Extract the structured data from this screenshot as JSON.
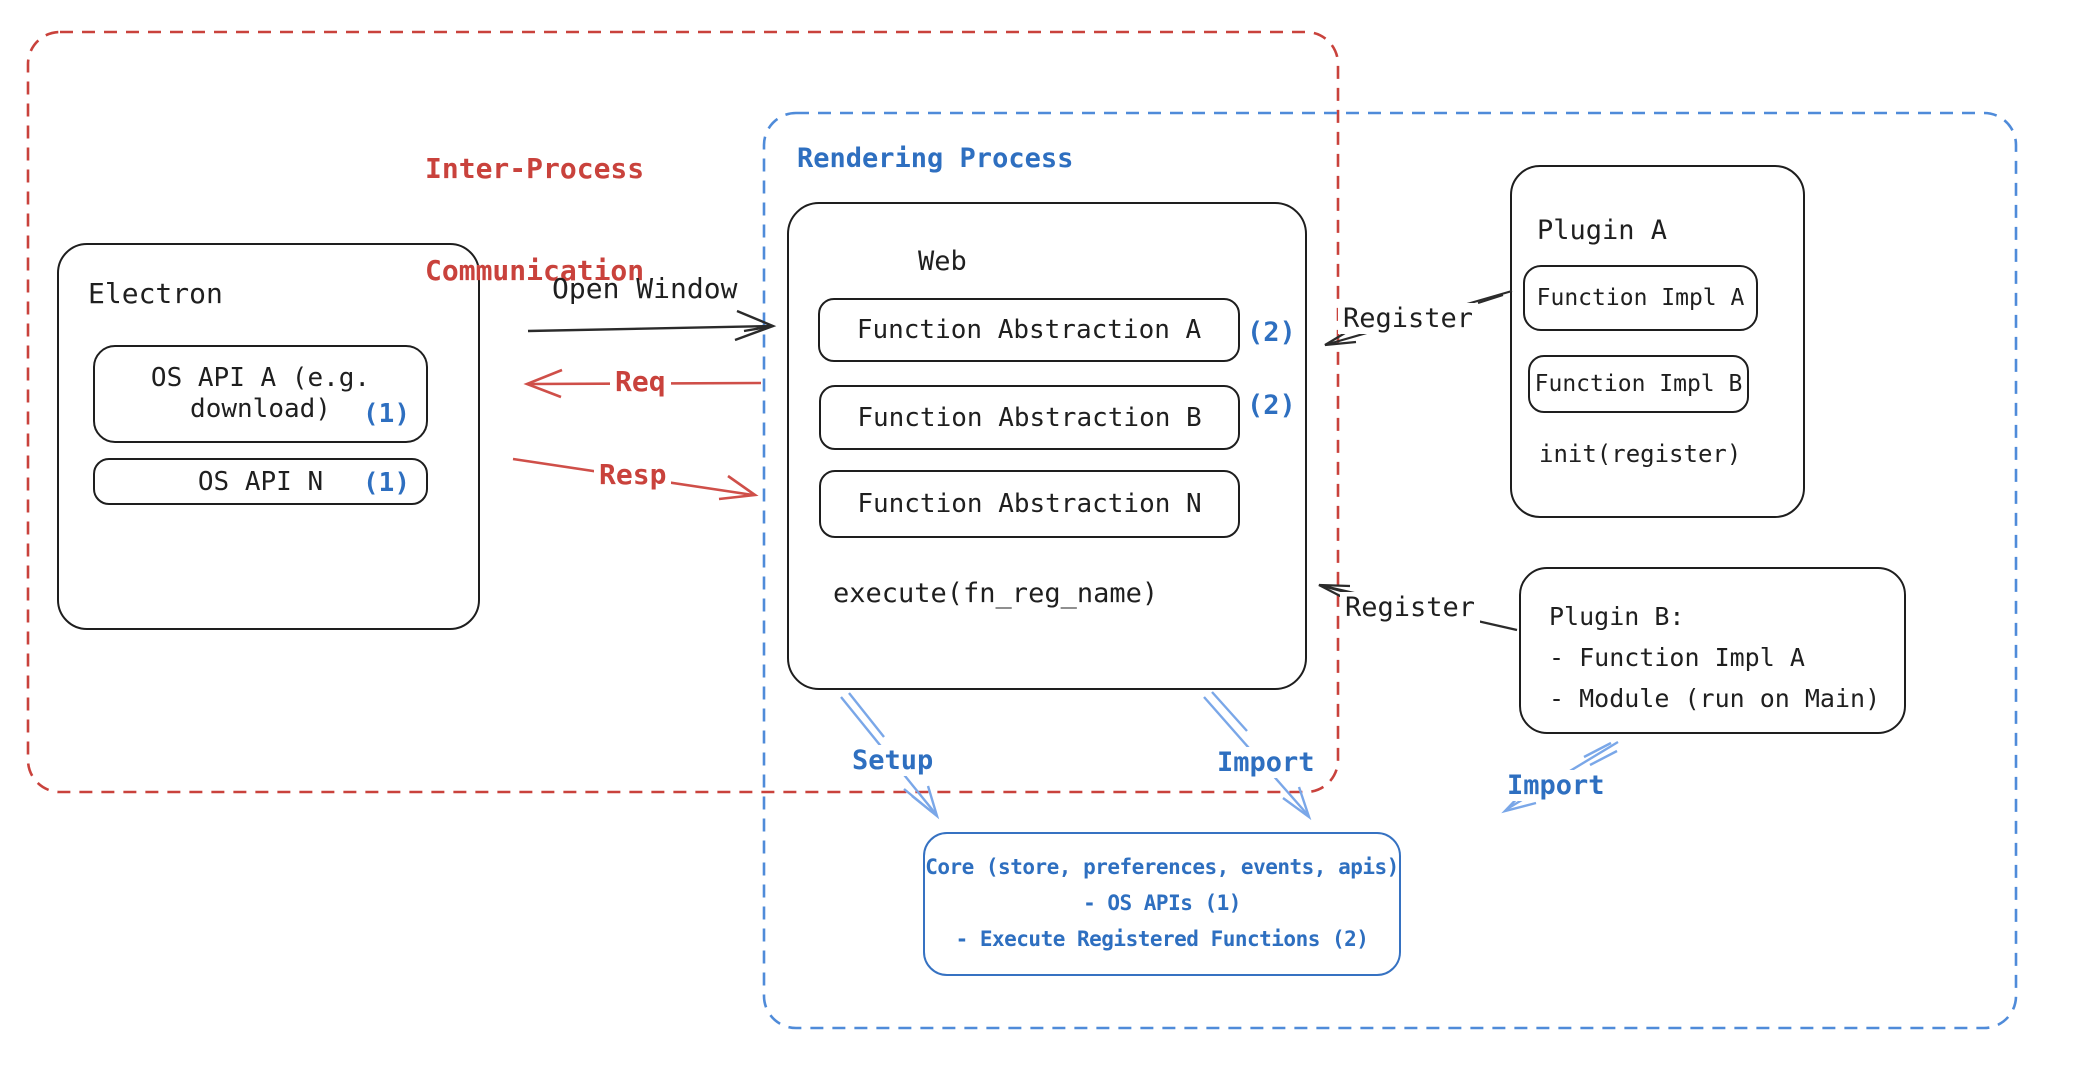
{
  "colors": {
    "ink": "#1f1f1f",
    "red": "#c9423c",
    "red_arrow": "#cf4f49",
    "blue_text": "#2e6fc0",
    "blue_dash_border": "#4f8bd9",
    "blue_arrow": "#7aa7e8",
    "background": "#ffffff"
  },
  "ipc_group": {
    "label_line1": "Inter-Process",
    "label_line2": "Communication"
  },
  "rendering_group": {
    "label": "Rendering Process"
  },
  "electron": {
    "title": "Electron",
    "api_a_line1": "OS API A (e.g.",
    "api_a_line2": "download)",
    "api_a_badge": "(1)",
    "api_n_label": "OS API N",
    "api_n_badge": "(1)"
  },
  "web": {
    "title": "Web",
    "fa_a_label": "Function Abstraction A",
    "fa_a_badge": "(2)",
    "fa_b_label": "Function Abstraction B",
    "fa_b_badge": "(2)",
    "fa_n_label": "Function Abstraction N",
    "execute_label": "execute(fn_reg_name)"
  },
  "plugin_a": {
    "title": "Plugin A",
    "impl_a_label": "Function Impl A",
    "impl_b_label": "Function Impl B",
    "init_label": "init(register)"
  },
  "plugin_b": {
    "line1": "Plugin B:",
    "line2": "- Function Impl A",
    "line3": "- Module (run on Main)"
  },
  "core": {
    "line1": "Core (store, preferences, events, apis)",
    "line2": "- OS APIs (1)",
    "line3": "- Execute Registered Functions (2)"
  },
  "arrows": {
    "open_window": "Open Window",
    "req": "Req",
    "resp": "Resp",
    "register_a": "Register",
    "register_b": "Register",
    "setup": "Setup",
    "import_web": "Import",
    "import_plugin_b": "Import"
  }
}
